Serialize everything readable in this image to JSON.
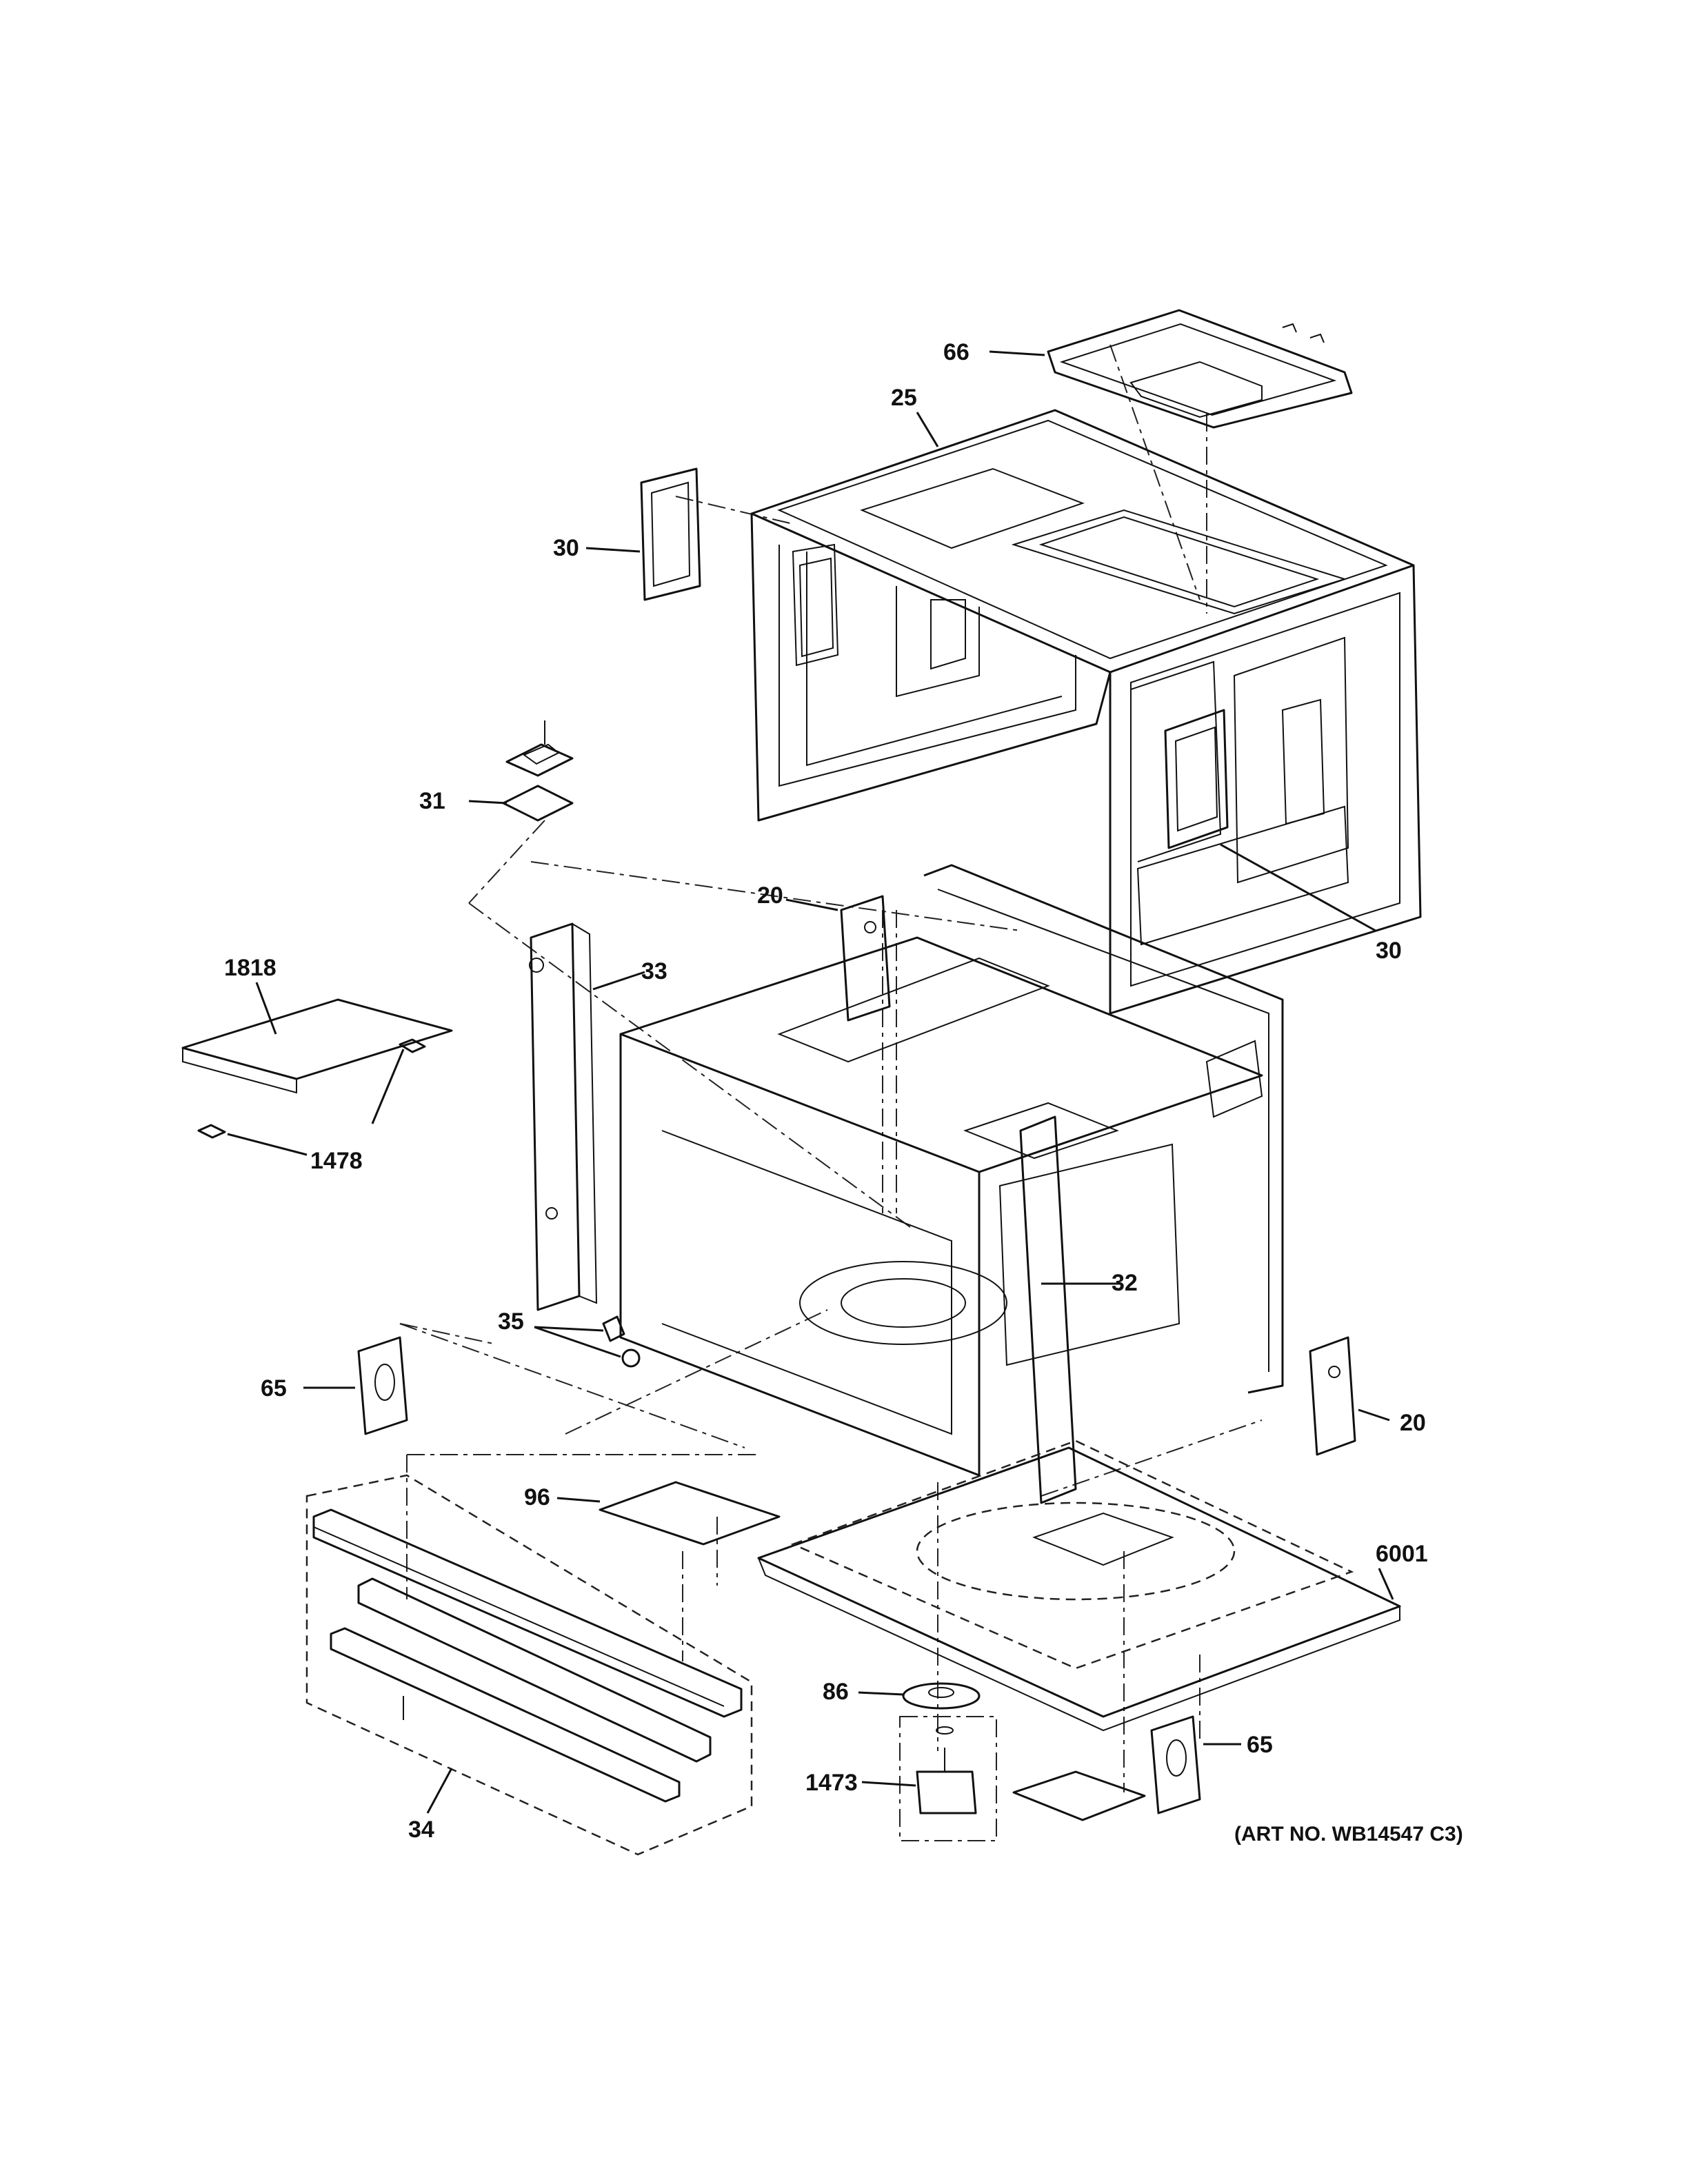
{
  "callouts": {
    "c66": "66",
    "c25": "25",
    "c30a": "30",
    "c30b": "30",
    "c31": "31",
    "c20a": "20",
    "c20b": "20",
    "c33": "33",
    "c1818": "1818",
    "c1478": "1478",
    "c32": "32",
    "c35": "35",
    "c65a": "65",
    "c65b": "65",
    "c96": "96",
    "c6001": "6001",
    "c86": "86",
    "c1473": "1473",
    "c34": "34"
  },
  "art_number": "(ART NO. WB14547 C3)"
}
